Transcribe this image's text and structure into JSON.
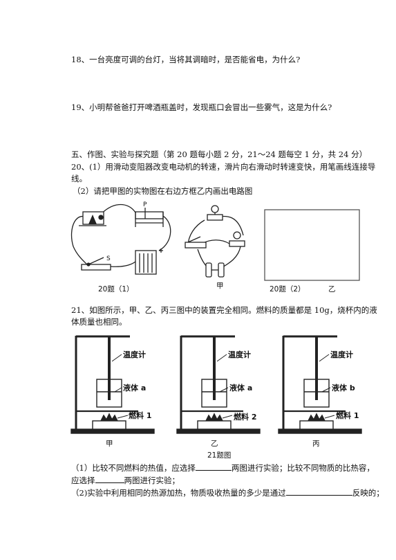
{
  "q18": "18、一台亮度可调的台灯，当将其调暗时，是否能省电，为什么?",
  "q19": "19、小明帮爸爸打开啤酒瓶盖时，发现瓶口会冒出一些雾气，这是为什么?",
  "section5": "五、作图、实验与探究题（第 20 题每小题 2 分，21～24 题每空 1 分，共 24 分）",
  "q20": {
    "p1_line1": "20、(1）用滑动变阻器改变电动机的转速，滑片向右滑动时转速变快，用笔画线连接导",
    "p1_line2": "线。",
    "p2": "（2）请把甲图的实物图在右边方框乙内画出电路图",
    "fig_caption_1": "20题（1）",
    "fig_label_jia": "甲",
    "fig_caption_2": "20题（2）",
    "fig_label_yi": "乙",
    "label_p": "P",
    "label_s": "S"
  },
  "q21": {
    "line1": "21、如图所示，甲、乙、丙三图中的装置完全相同。燃料的质量都是 10g，烧杯内的液",
    "line2": "体质量也相同。",
    "setups": [
      {
        "thermo": "温度计",
        "liquid": "液体 a",
        "fuel": "燃料 1",
        "caption": "甲"
      },
      {
        "thermo": "温度计",
        "liquid": "液体 a",
        "fuel": "燃料 2",
        "caption": "乙"
      },
      {
        "thermo": "温度计",
        "liquid": "液体 b",
        "fuel": "燃料 1",
        "caption": "丙"
      }
    ],
    "fig_caption": "21题图",
    "sub1_a": "（1）比较不同燃料的热值，应选择",
    "sub1_b": "两图进行实验；比较不同物质的比热容，",
    "sub1_c": "应选择",
    "sub1_d": "两图进行实验；",
    "sub2_a": "（2)实验中利用相同的热源加热，物质吸收热量的多少是通过",
    "sub2_b": "反映的；"
  }
}
